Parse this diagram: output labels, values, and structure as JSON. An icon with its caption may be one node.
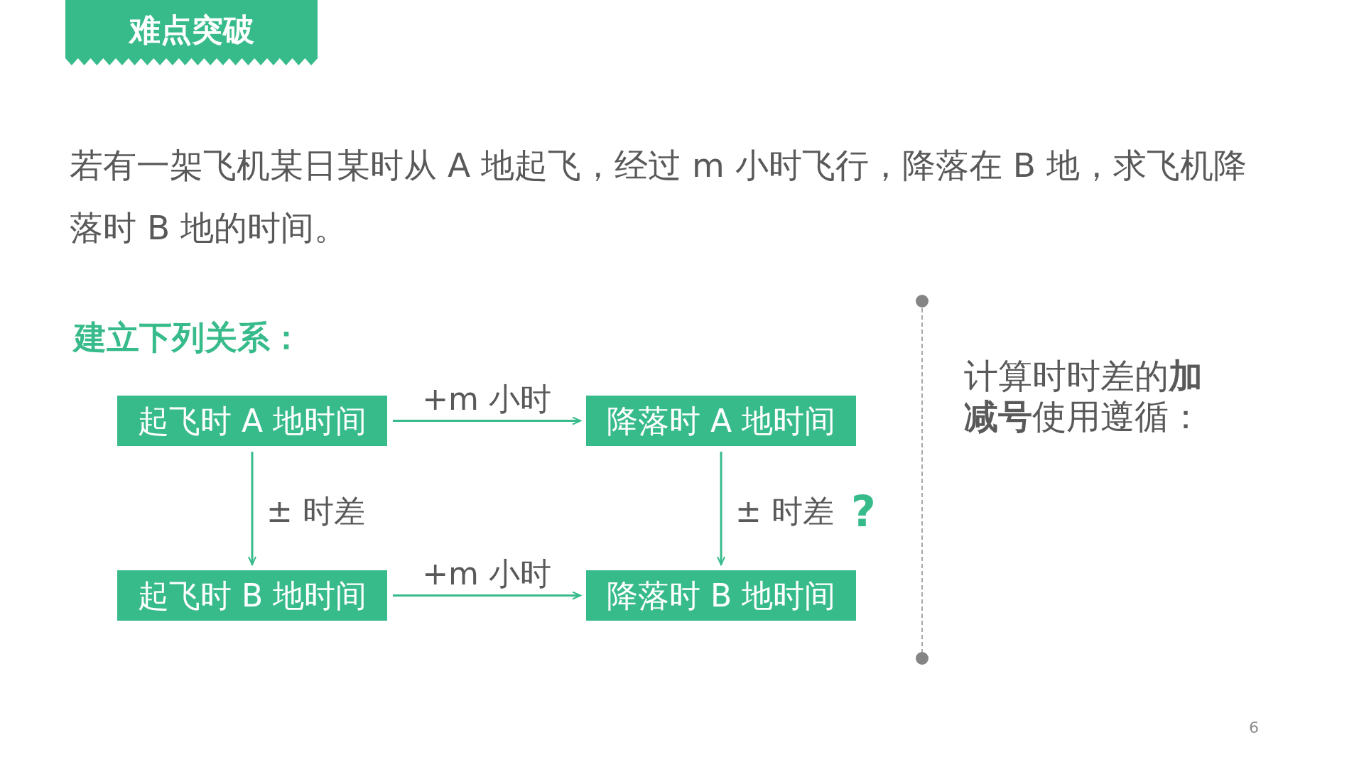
{
  "diagram": {
    "title": "难点突破",
    "nodes": [
      {
        "text": [
          "起飞时 A 地时间"
        ]
      },
      {
        "text": [
          "降落时 A 地时间"
        ]
      },
      {
        "text": [
          "起飞时 B 地时间"
        ]
      },
      {
        "text": [
          "降落时 B 地时间"
        ]
      }
    ],
    "edges": [
      {
        "from": 0,
        "to": 1,
        "arrow": "to",
        "label": "+m 小时"
      },
      {
        "from": 0,
        "to": 2,
        "arrow": "to",
        "label": "± 时差"
      },
      {
        "from": 1,
        "to": 3,
        "arrow": "to",
        "label": "± 时差"
      },
      {
        "from": 2,
        "to": 3,
        "arrow": "to",
        "label": "+m 小时"
      }
    ],
    "labels": [
      "若有一架飞机某日某时从 A 地起飞，经过 m 小时飞行，降落在 B 地，求飞机降落时 B 地的时间。",
      "建立下列关系：",
      "?",
      "计算时时差的**加减号**使用遵循：",
      "6"
    ]
  }
}
